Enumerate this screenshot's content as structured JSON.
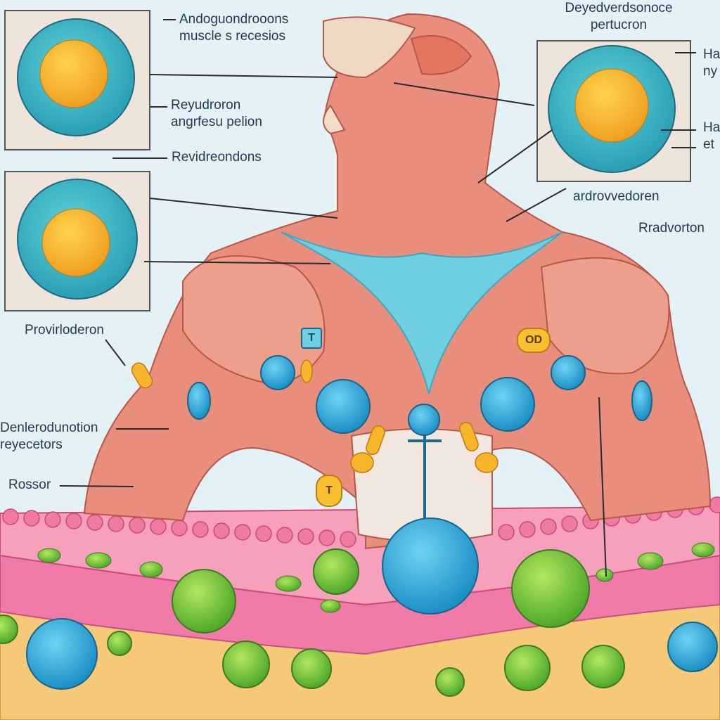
{
  "labels": {
    "top_center": [
      "Andoguondrooons",
      "muscle s recesios"
    ],
    "left_mid1": [
      "Reyudroron",
      "angrfesu pelion"
    ],
    "left_mid2": "Revidreondons",
    "top_right": [
      "Deyedverdsonoce",
      "pertucron"
    ],
    "right_edge1": [
      "Ha",
      "ny"
    ],
    "right_edge2": [
      "Ha",
      "et"
    ],
    "right_cell_caption": "ardrovvedoren",
    "right_shoulder": "Rradvorton",
    "left_arm": "Provirloderon",
    "left_elbow": [
      "Denlerodunotion",
      "reyecetors"
    ],
    "left_forearm": "Rossor"
  },
  "badges": {
    "chest_left": "T",
    "chest_right": "OD",
    "abdomen": "T"
  },
  "colors": {
    "background": "#e4f2f8",
    "muscle": "#e48a78",
    "cell": "#3dbccc",
    "nucleus": "#f6b52a",
    "fat": "#f5c96a",
    "green_cell": "#7dc93a",
    "blue_cell": "#2aa4d8"
  }
}
